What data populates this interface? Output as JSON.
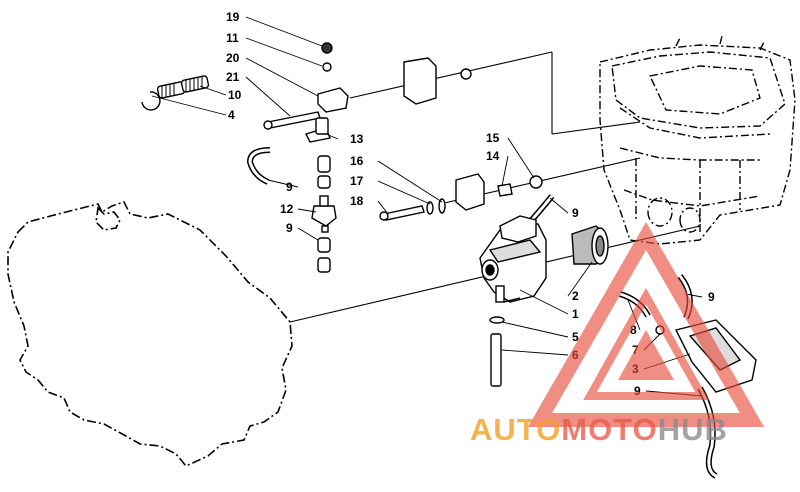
{
  "callouts": {
    "c19": "19",
    "c11": "11",
    "c20": "20",
    "c21": "21",
    "c10": "10",
    "c4": "4",
    "c13": "13",
    "c9a": "9",
    "c12": "12",
    "c9b": "9",
    "c15": "15",
    "c14": "14",
    "c16": "16",
    "c17": "17",
    "c18": "18",
    "c9c": "9",
    "c2": "2",
    "c1": "1",
    "c5": "5",
    "c6": "6",
    "c9d": "9",
    "c8": "8",
    "c7": "7",
    "c3": "3",
    "c9e": "9"
  },
  "watermark": {
    "part1": "AUTO",
    "part2": "MOTO",
    "part3": "HUB",
    "color1": "#f0a020",
    "color2": "#e85a4a",
    "color3": "#8a8a8a",
    "logo_color": "#e84a3a"
  }
}
